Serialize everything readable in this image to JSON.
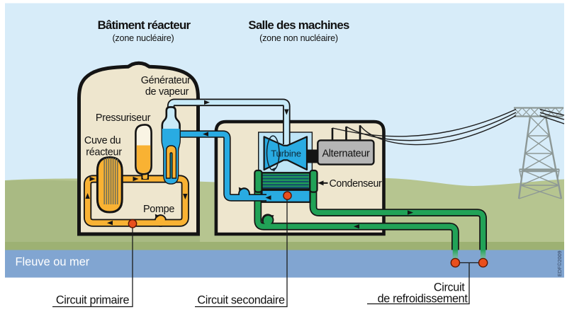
{
  "diagram": {
    "type": "schematic",
    "subject": "Pressurized water nuclear power plant circuits",
    "titles": {
      "reactor_building": "Bâtiment réacteur",
      "reactor_building_sub": "(zone nucléaire)",
      "machine_hall": "Salle des machines",
      "machine_hall_sub": "(zone non nucléaire)"
    },
    "components": {
      "steam_generator_line1": "Générateur",
      "steam_generator_line2": "de vapeur",
      "pressurizer": "Pressuriseur",
      "reactor_vessel_line1": "Cuve du",
      "reactor_vessel_line2": "réacteur",
      "pump": "Pompe",
      "turbine": "Turbine",
      "alternator": "Alternateur",
      "condenser": "Condenseur"
    },
    "water_label": "Fleuve ou mer",
    "circuits": {
      "primary": "Circuit primaire",
      "secondary": "Circuit secondaire",
      "cooling_line1": "Circuit",
      "cooling_line2": "de refroidissement"
    },
    "credit": "EDF©2009",
    "colors": {
      "sky": "#d7ecf9",
      "grass_left": "#a9ba83",
      "grass_right": "#b6c590",
      "bank_band": "#9db173",
      "water": "#81a5d1",
      "building_fill": "#eee6ce",
      "outline": "#141414",
      "primary_orange": "#f9b233",
      "steam_light_blue": "#c8eaf8",
      "water_blue": "#29abe2",
      "turbine_housing": "#bfe5f6",
      "cooling_green": "#21a257",
      "condenser_tube_dark": "#14506b",
      "teal_gap": "#1d9aa8",
      "alternator_gray": "#b5b5b5",
      "pylon_gray": "#8d9896",
      "pump_dot": "#e94f1d",
      "cream": "#f9f4e4"
    }
  }
}
